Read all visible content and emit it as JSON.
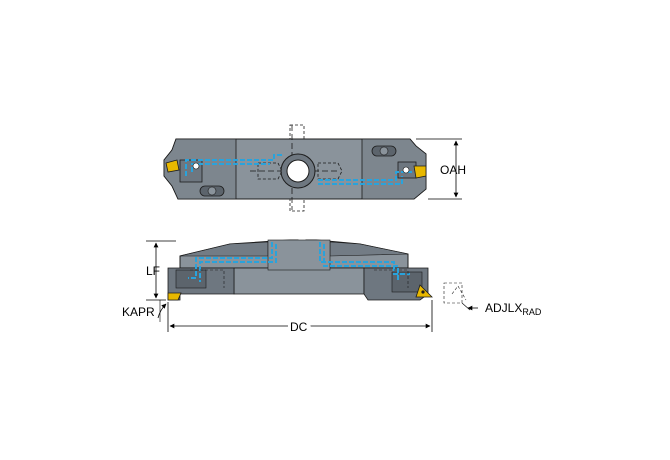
{
  "dimensions": {
    "oah": "OAH",
    "lf": "LF",
    "kapr": "KAPR",
    "dc": "DC",
    "adjlx": "ADJLX",
    "adjlx_sub": "RAD"
  },
  "colors": {
    "body_light": "#8a939b",
    "body_mid": "#737c85",
    "body_dark": "#5c646c",
    "coolant": "#29a3dc",
    "insert": "#e8b800",
    "outline": "#1c1c1c",
    "dim_line": "#000000"
  }
}
